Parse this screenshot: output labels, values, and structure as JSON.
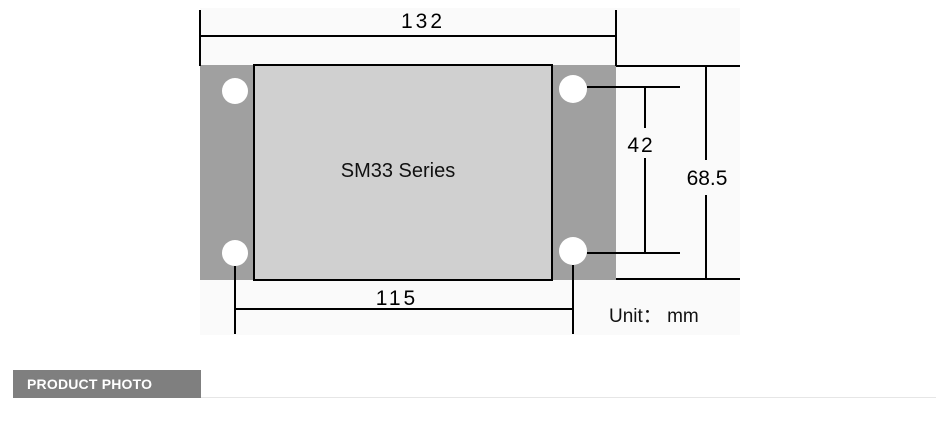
{
  "drawing": {
    "label": "SM33 Series",
    "unit_text": "Unit： mm",
    "dimensions": {
      "overall_width": "132",
      "hole_spacing_horizontal": "115",
      "hole_spacing_vertical": "42",
      "overall_height": "68.5"
    },
    "colors": {
      "flange": "#a0a0a0",
      "body": "#d0d0d0",
      "outline": "#000000",
      "hole": "#ffffff"
    }
  },
  "section": {
    "title": "PRODUCT PHOTO"
  }
}
